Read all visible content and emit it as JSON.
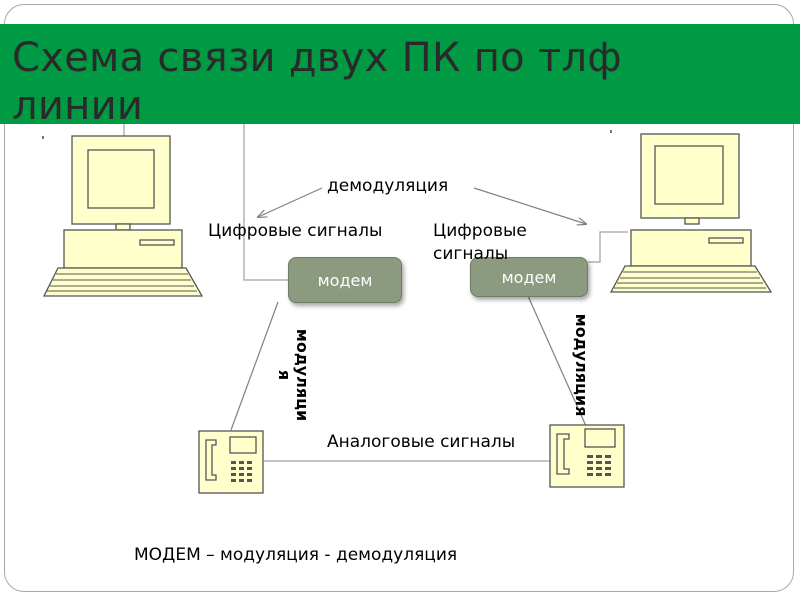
{
  "title": "Схема связи двух ПК по тлф линии",
  "labels": {
    "demodulation_top": "демодуляция",
    "digital_left": "Цифровые сигналы",
    "digital_right_line1": "Цифровые",
    "digital_right_line2": "сигналы",
    "analog": "Аналоговые сигналы",
    "modulation_left_line1": "модуляци",
    "modulation_left_line2": "я",
    "modulation_right": "модуляция",
    "footer": "МОДЕМ – модуляция - демодуляция"
  },
  "modems": {
    "left": "модем",
    "right": "модем"
  },
  "devices": {
    "computer_left_icon": "computer-icon",
    "computer_right_icon": "computer-icon",
    "phone_left_icon": "telephone-icon",
    "phone_right_icon": "telephone-icon"
  },
  "colors": {
    "title_bar": "#009a44",
    "modem_fill": "#8c9a7f",
    "device_fill": "#ffffcc",
    "line": "#808080"
  }
}
